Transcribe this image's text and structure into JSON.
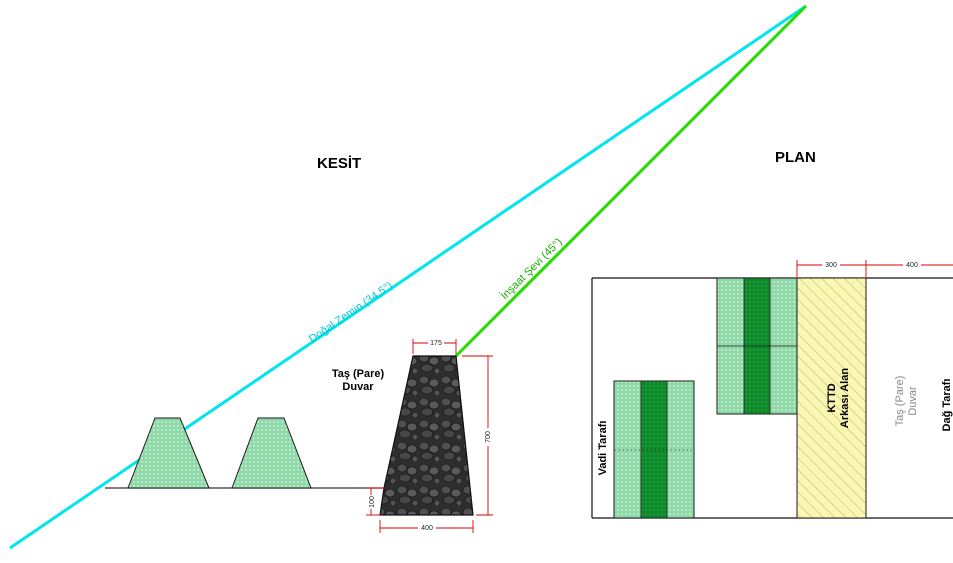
{
  "titles": {
    "section": "KESİT",
    "plan": "PLAN"
  },
  "lines": {
    "natural_ground": {
      "label": "Doğal Zemin  (34,5°)",
      "color": "#00e5ee"
    },
    "excavation": {
      "label": "İnşaat Şevi  (45°)",
      "color": "#22dd00"
    }
  },
  "section": {
    "wall_label_line1": "Taş (Pare)",
    "wall_label_line2": "Duvar",
    "dim_top": "175",
    "dim_height": "700",
    "dim_base": "400",
    "dim_footing": "100"
  },
  "plan": {
    "valley_side": "Vadi Tarafı",
    "backfill_line1": "KTTD",
    "backfill_line2": "Arkası Alan",
    "wall_line1": "Taş (Pare)",
    "wall_line2": "Duvar",
    "mountain_side": "Dağ Tarafı",
    "dim_300": "300",
    "dim_400": "400"
  },
  "colors": {
    "mesh_light": "#8fd9a8",
    "mesh_dark": "#0f8a2a",
    "hatch_fill": "#fbf6b2",
    "hatch_line": "#b9b36a",
    "stone": "#3a3a3a",
    "dimension": "#d60000"
  }
}
